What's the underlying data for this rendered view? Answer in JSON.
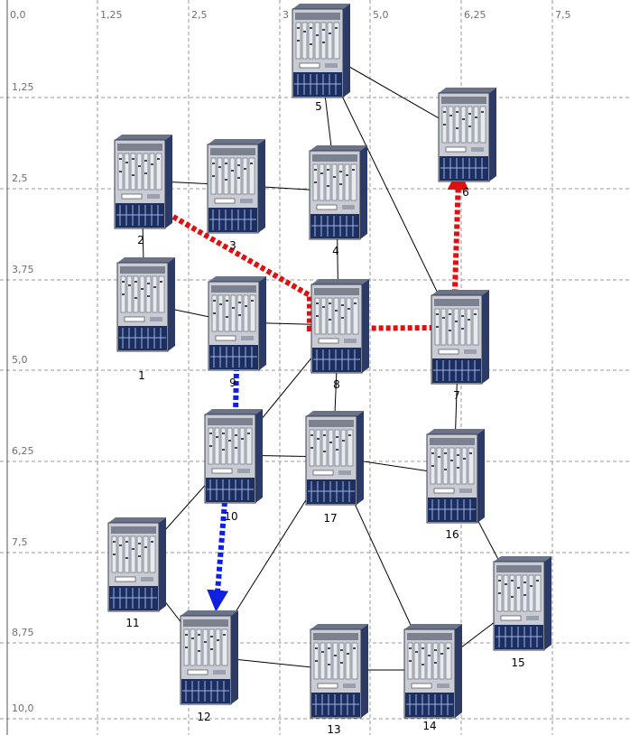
{
  "diagram": {
    "x_ticks": [
      "0,0",
      "1,25",
      "2,5",
      "3",
      "5,0",
      "6,25",
      "7,5"
    ],
    "y_ticks": [
      "1,25",
      "2,5",
      "3,75",
      "5,0",
      "6,25",
      "7,5",
      "8,75",
      "10,0"
    ],
    "nodes": [
      {
        "id": "1",
        "label": "1"
      },
      {
        "id": "2",
        "label": "2"
      },
      {
        "id": "3",
        "label": "3"
      },
      {
        "id": "4",
        "label": "4"
      },
      {
        "id": "5",
        "label": "5"
      },
      {
        "id": "6",
        "label": "6"
      },
      {
        "id": "7",
        "label": "7"
      },
      {
        "id": "8",
        "label": "8"
      },
      {
        "id": "9",
        "label": "9"
      },
      {
        "id": "10",
        "label": "10"
      },
      {
        "id": "11",
        "label": "11"
      },
      {
        "id": "12",
        "label": "12"
      },
      {
        "id": "13",
        "label": "13"
      },
      {
        "id": "14",
        "label": "14"
      },
      {
        "id": "15",
        "label": "15"
      },
      {
        "id": "16",
        "label": "16"
      },
      {
        "id": "17",
        "label": "17"
      }
    ],
    "links": [
      {
        "from": "2",
        "to": "1"
      },
      {
        "from": "2",
        "to": "3"
      },
      {
        "from": "3",
        "to": "4"
      },
      {
        "from": "5",
        "to": "4"
      },
      {
        "from": "5",
        "to": "6"
      },
      {
        "from": "5",
        "to": "7"
      },
      {
        "from": "4",
        "to": "8"
      },
      {
        "from": "1",
        "to": "9"
      },
      {
        "from": "9",
        "to": "8"
      },
      {
        "from": "8",
        "to": "10"
      },
      {
        "from": "8",
        "to": "17"
      },
      {
        "from": "7",
        "to": "16"
      },
      {
        "from": "10",
        "to": "17"
      },
      {
        "from": "17",
        "to": "16"
      },
      {
        "from": "10",
        "to": "11"
      },
      {
        "from": "11",
        "to": "12"
      },
      {
        "from": "12",
        "to": "17"
      },
      {
        "from": "12",
        "to": "13"
      },
      {
        "from": "13",
        "to": "14"
      },
      {
        "from": "17",
        "to": "14"
      },
      {
        "from": "14",
        "to": "15"
      },
      {
        "from": "16",
        "to": "15"
      }
    ],
    "red_path": [
      "2",
      "8",
      "7",
      "6"
    ],
    "blue_path": [
      "9",
      "10",
      "12"
    ],
    "colors": {
      "red_path": "#e01010",
      "blue_path": "#1020e0",
      "grid": "#9a9a9a",
      "link": "#000000"
    }
  }
}
